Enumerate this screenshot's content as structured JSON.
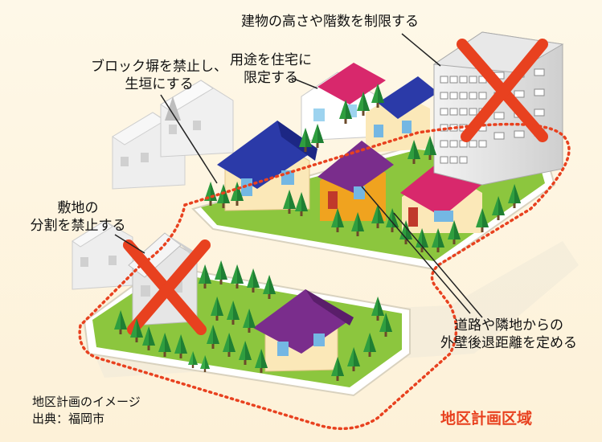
{
  "labels": {
    "height_limit": "建物の高さや階数を制限する",
    "block_wall": [
      "ブロック塀を禁止し、",
      "生垣にする"
    ],
    "use_limit": [
      "用途を住宅に",
      "限定する"
    ],
    "lot_split": [
      "敷地の",
      "分割を禁止する"
    ],
    "setback": [
      "道路や隣地からの",
      "外壁後退距離を定める"
    ]
  },
  "caption": {
    "line1": "地区計画のイメージ",
    "line2": "出典：福岡市"
  },
  "area_label": "地区計画区域",
  "colors": {
    "background": "#fdf6e6",
    "boundary": "#e8411f",
    "area_label": "#e8411f",
    "cross": "#e8411f",
    "lawn": "#8cc63e",
    "tree": "#2f9e3f",
    "house_blue_roof": "#2b3aa8",
    "house_pink_roof": "#d8286c",
    "house_purple_roof": "#7a2d8c"
  },
  "icons": [
    "tree-icon",
    "house-icon",
    "cross-icon",
    "building-icon"
  ]
}
